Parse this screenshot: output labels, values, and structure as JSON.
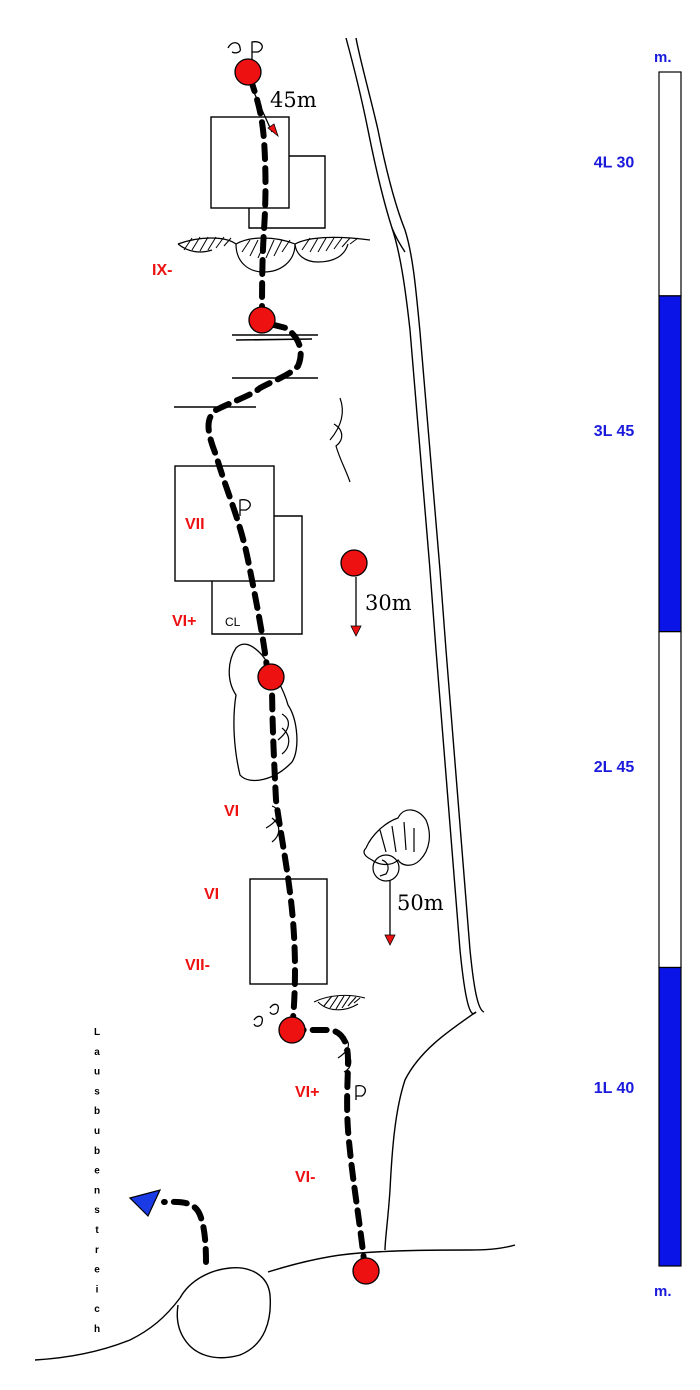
{
  "colors": {
    "grade": "#ee1111",
    "pitch_label": "#1a1adc",
    "scale_fill": "#0a14e6",
    "station": "#ee1111",
    "start_marker": "#1a3ae6"
  },
  "scale": {
    "unit_top": "m.",
    "unit_bottom": "m.",
    "pitches": [
      {
        "label": "4L 30",
        "length_m": 30,
        "filled": false
      },
      {
        "label": "3L 45",
        "length_m": 45,
        "filled": true
      },
      {
        "label": "2L 45",
        "length_m": 45,
        "filled": false
      },
      {
        "label": "1L 40",
        "length_m": 40,
        "filled": true
      }
    ]
  },
  "grades": [
    "IX-",
    "VII",
    "VI+",
    "VI",
    "VI",
    "VII-",
    "VI+",
    "VI-"
  ],
  "abseils": [
    "45m",
    "30m",
    "50m"
  ],
  "features": {
    "crack_label": "CL"
  },
  "descent": {
    "letters": [
      "L",
      "a",
      "u",
      "s",
      "b",
      "u",
      "b",
      "e",
      "n",
      "s",
      "t",
      "r",
      "e",
      "i",
      "c",
      "h"
    ]
  }
}
